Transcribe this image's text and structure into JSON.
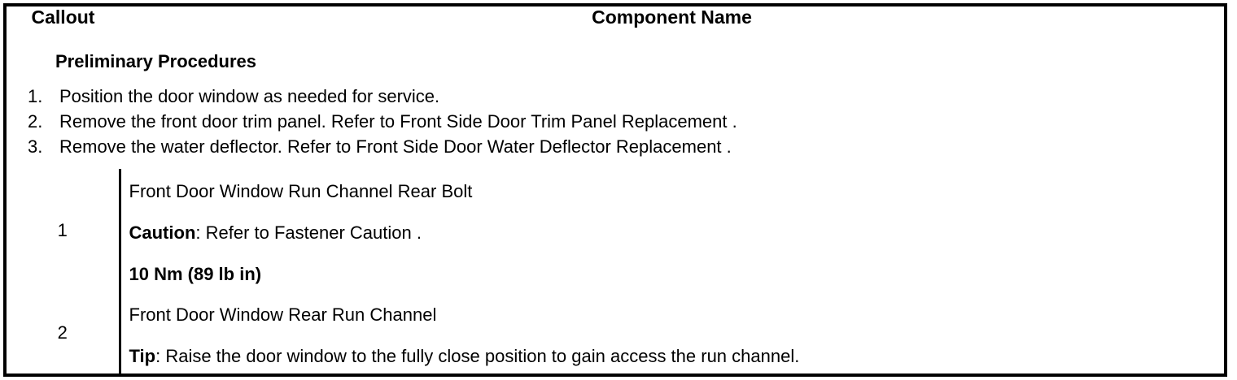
{
  "table": {
    "headers": {
      "callout": "Callout",
      "component_name": "Component Name"
    },
    "preliminary": {
      "title": "Preliminary Procedures",
      "steps": [
        {
          "num": "1.",
          "text": "Position the door window as needed for service."
        },
        {
          "num": "2.",
          "text": "Remove the front door trim panel. Refer to Front Side Door Trim Panel Replacement ."
        },
        {
          "num": "3.",
          "text": "Remove the water deflector. Refer to Front Side Door Water Deflector Replacement ."
        }
      ]
    },
    "rows": [
      {
        "callout": "1",
        "lines": [
          {
            "label": "",
            "text": "Front Door Window Run Channel Rear Bolt",
            "bold_all": false
          },
          {
            "label": "Caution",
            "text": ": Refer to Fastener Caution .",
            "bold_all": false
          },
          {
            "label": "",
            "text": "10 Nm (89 lb in)",
            "bold_all": true
          }
        ]
      },
      {
        "callout": "2",
        "lines": [
          {
            "label": "",
            "text": "Front Door Window Rear Run Channel",
            "bold_all": false
          },
          {
            "label": "Tip",
            "text": ": Raise the door window to the fully close position to gain access the run channel.",
            "bold_all": false
          }
        ]
      }
    ]
  },
  "colors": {
    "border": "#000000",
    "text": "#000000",
    "background": "#ffffff"
  }
}
